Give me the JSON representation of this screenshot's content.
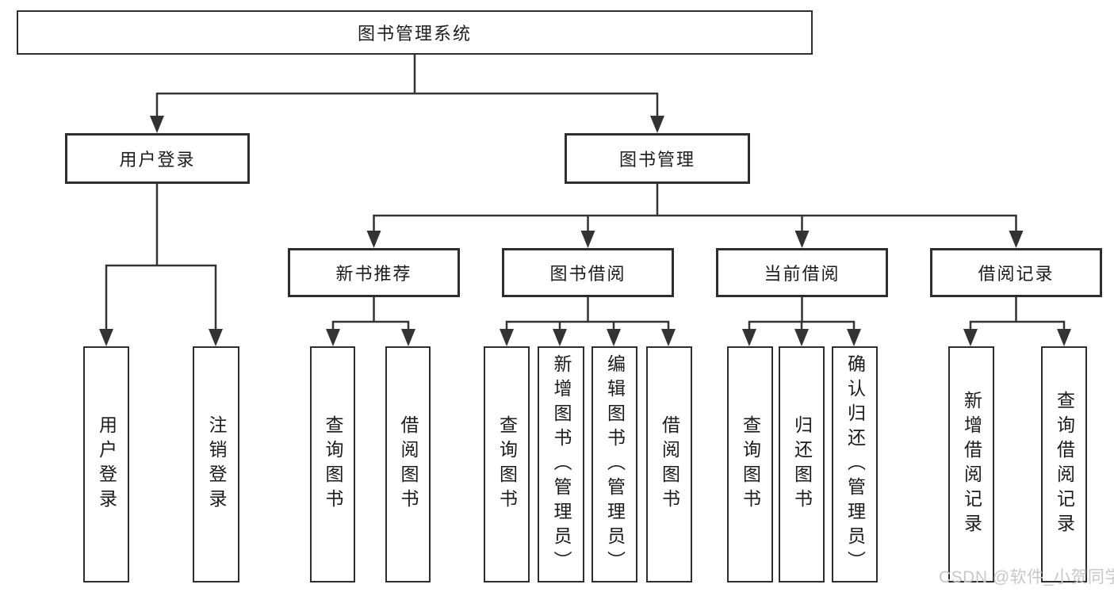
{
  "diagram_title": "图书管理系统",
  "nodes": {
    "root": "图书管理系统",
    "user_login": "用户登录",
    "book_mgmt": "图书管理",
    "new_book_rec": "新书推荐",
    "book_borrow": "图书借阅",
    "current_borrow": "当前借阅",
    "borrow_records": "借阅记录",
    "leaf_user_login": "用户登录",
    "leaf_logout": "注销登录",
    "leaf_query_book_1": "查询图书",
    "leaf_borrow_book_1": "借阅图书",
    "leaf_query_book_2": "查询图书",
    "leaf_add_book": "新增图书（管理员）",
    "leaf_edit_book": "编辑图书（管理员）",
    "leaf_borrow_book_2": "借阅图书",
    "leaf_query_book_3": "查询图书",
    "leaf_return_book": "归还图书",
    "leaf_confirm_return": "确认归还（管理员）",
    "leaf_add_record": "新增借阅记录",
    "leaf_query_record": "查询借阅记录"
  },
  "hierarchy": {
    "root": [
      "user_login",
      "book_mgmt"
    ],
    "user_login": [
      "leaf_user_login",
      "leaf_logout"
    ],
    "book_mgmt": [
      "new_book_rec",
      "book_borrow",
      "current_borrow",
      "borrow_records"
    ],
    "new_book_rec": [
      "leaf_query_book_1",
      "leaf_borrow_book_1"
    ],
    "book_borrow": [
      "leaf_query_book_2",
      "leaf_add_book",
      "leaf_edit_book",
      "leaf_borrow_book_2"
    ],
    "current_borrow": [
      "leaf_query_book_3",
      "leaf_return_book",
      "leaf_confirm_return"
    ],
    "borrow_records": [
      "leaf_add_record",
      "leaf_query_record"
    ]
  },
  "watermark": "CSDN @软件_小贺同学",
  "colors": {
    "line": "#333333",
    "box_border": "#2e2e2e",
    "text": "#1b1b1b",
    "watermark": "#c8c8c8",
    "background": "#ffffff"
  }
}
